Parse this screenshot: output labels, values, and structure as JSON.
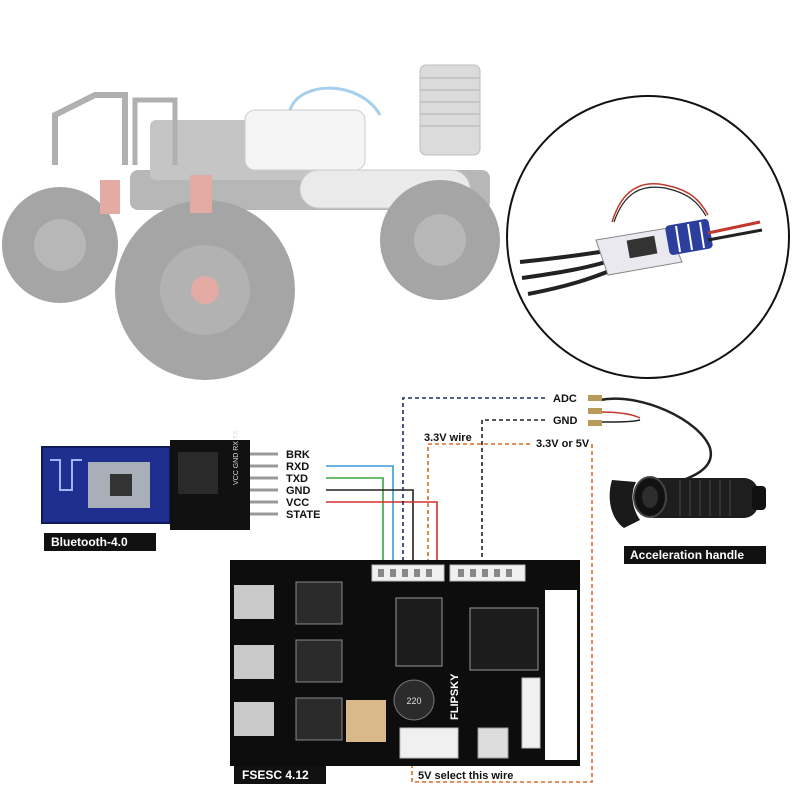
{
  "bluetooth": {
    "title": "Bluetooth-4.0",
    "pins": [
      "BRK",
      "RXD",
      "TXD",
      "GND",
      "VCC",
      "STATE"
    ],
    "silkscreen": "VCC GND RX TX"
  },
  "handle": {
    "title": "Acceleration handle"
  },
  "esc": {
    "title": "FSESC 4.12",
    "brand": "FLIPSKY",
    "inductor": "220"
  },
  "wires": {
    "adc": "ADC",
    "gnd": "GND",
    "v33_or_5": "3.3V or 5V",
    "v33_wire": "3.3V wire",
    "select_5v": "5V select this wire"
  },
  "colors": {
    "rxd": "#3a9ad9",
    "txd": "#3aa53a",
    "gnd": "#222222",
    "vcc": "#d0312d",
    "adc_dashed": "#1d2a6b",
    "gnd_dashed": "#222222",
    "power_dashed": "#e06a2a",
    "board_black": "#0d0d0d",
    "tag_black": "#111111"
  },
  "photo": {
    "car": "rc-car-photo",
    "inset": "small-esc-photo"
  }
}
